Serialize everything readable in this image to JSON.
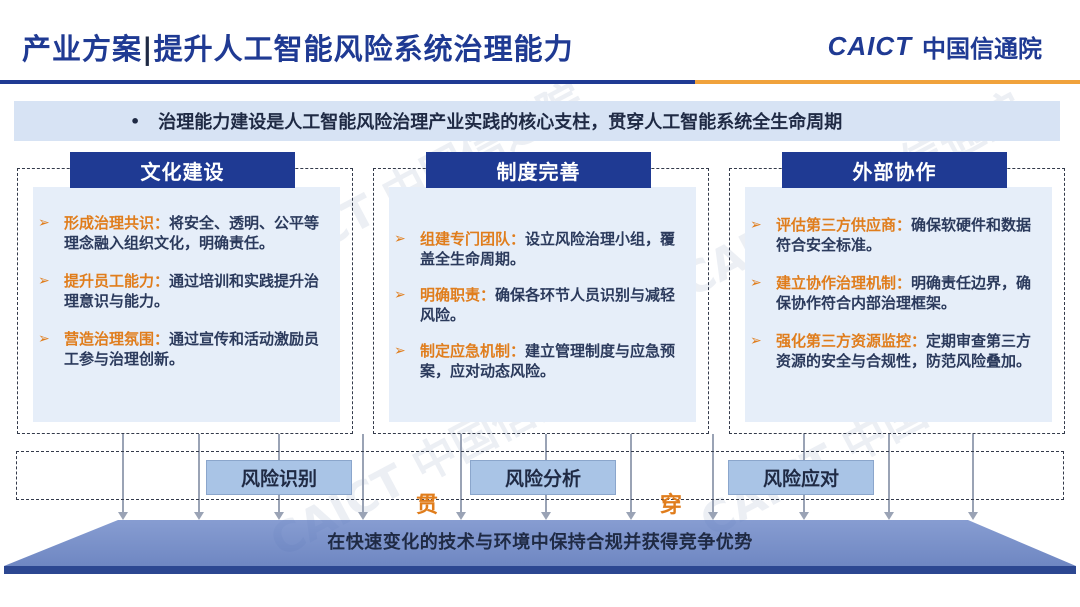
{
  "header": {
    "title_left": "产业方案",
    "title_sep": "|",
    "title_right": "提升人工智能风险系统治理能力",
    "logo_en": "CAICT",
    "logo_cn": "中国信通院"
  },
  "banner": {
    "bullet": "•",
    "text": "治理能力建设是人工智能风险治理产业实践的核心支柱，贯穿人工智能系统全生命周期"
  },
  "columns": [
    {
      "title": "文化建设",
      "items": [
        {
          "key": "形成治理共识：",
          "text": "将安全、透明、公平等理念融入组织文化，明确责任。"
        },
        {
          "key": "提升员工能力：",
          "text": "通过培训和实践提升治理意识与能力。"
        },
        {
          "key": "营造治理氛围：",
          "text": "通过宣传和活动激励员工参与治理创新。"
        }
      ]
    },
    {
      "title": "制度完善",
      "items": [
        {
          "key": "组建专门团队：",
          "text": "设立风险治理小组，覆盖全生命周期。"
        },
        {
          "key": "明确职责：",
          "text": "确保各环节人员识别与减轻风险。"
        },
        {
          "key": "制定应急机制：",
          "text": "建立管理制度与应急预案，应对动态风险。"
        }
      ]
    },
    {
      "title": "外部协作",
      "items": [
        {
          "key": "评估第三方供应商：",
          "text": "确保软硬件和数据符合安全标准。"
        },
        {
          "key": "建立协作治理机制：",
          "text": "明确责任边界，确保协作符合内部治理框架。"
        },
        {
          "key": "强化第三方资源监控：",
          "text": "定期审查第三方资源的安全与合规性，防范风险叠加。"
        }
      ]
    }
  ],
  "stages": [
    "风险识别",
    "风险分析",
    "风险应对"
  ],
  "through": [
    "贯",
    "穿"
  ],
  "platform": "在快速变化的技术与环境中保持合规并获得竞争优势",
  "bullet_marker": "➢",
  "watermark": "CAICT 中国信通院",
  "colors": {
    "brand_blue": "#1f3a93",
    "accent_orange": "#e07d1c",
    "panel_bg": "#e6eef9",
    "banner_bg": "#d7e3f4"
  }
}
